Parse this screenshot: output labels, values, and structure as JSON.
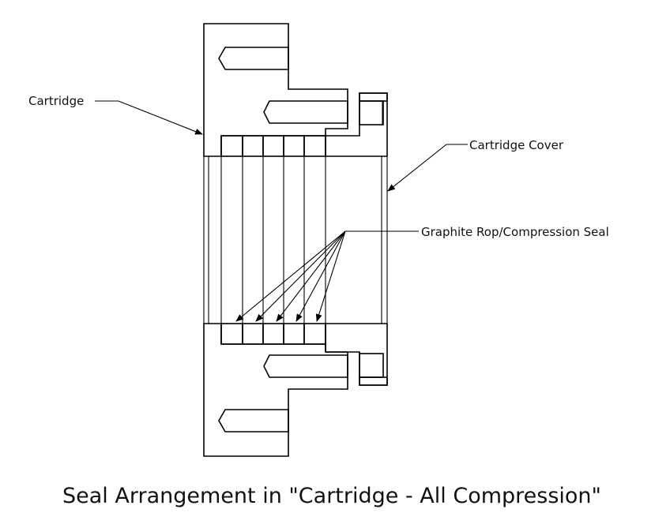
{
  "labels": {
    "cartridge": "Cartridge",
    "cover": "Cartridge Cover",
    "seal": "Graphite Rop/Compression Seal"
  },
  "caption": "Seal Arrangement in \"Cartridge - All Compression\"",
  "colors": {
    "line": "#000000",
    "background": "#ffffff"
  }
}
